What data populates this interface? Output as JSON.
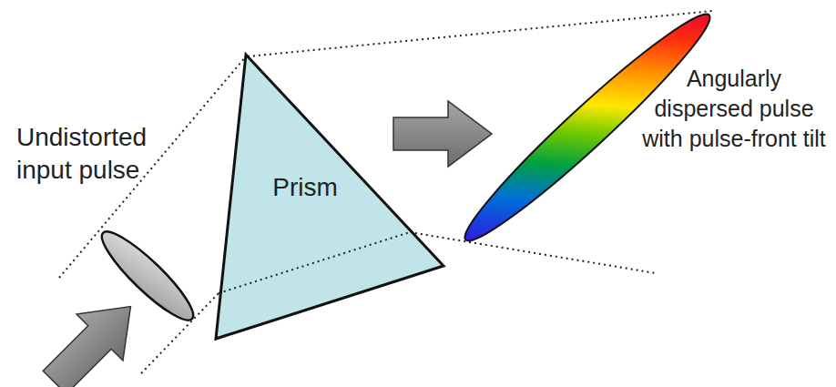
{
  "diagram": {
    "nodes": [
      {
        "text": [
          "Undistorted input pulse"
        ]
      },
      {
        "text": [
          "Prism"
        ]
      },
      {
        "text": [
          "Angularly dispersed pulse with pulse-front tilt"
        ]
      }
    ]
  }
}
